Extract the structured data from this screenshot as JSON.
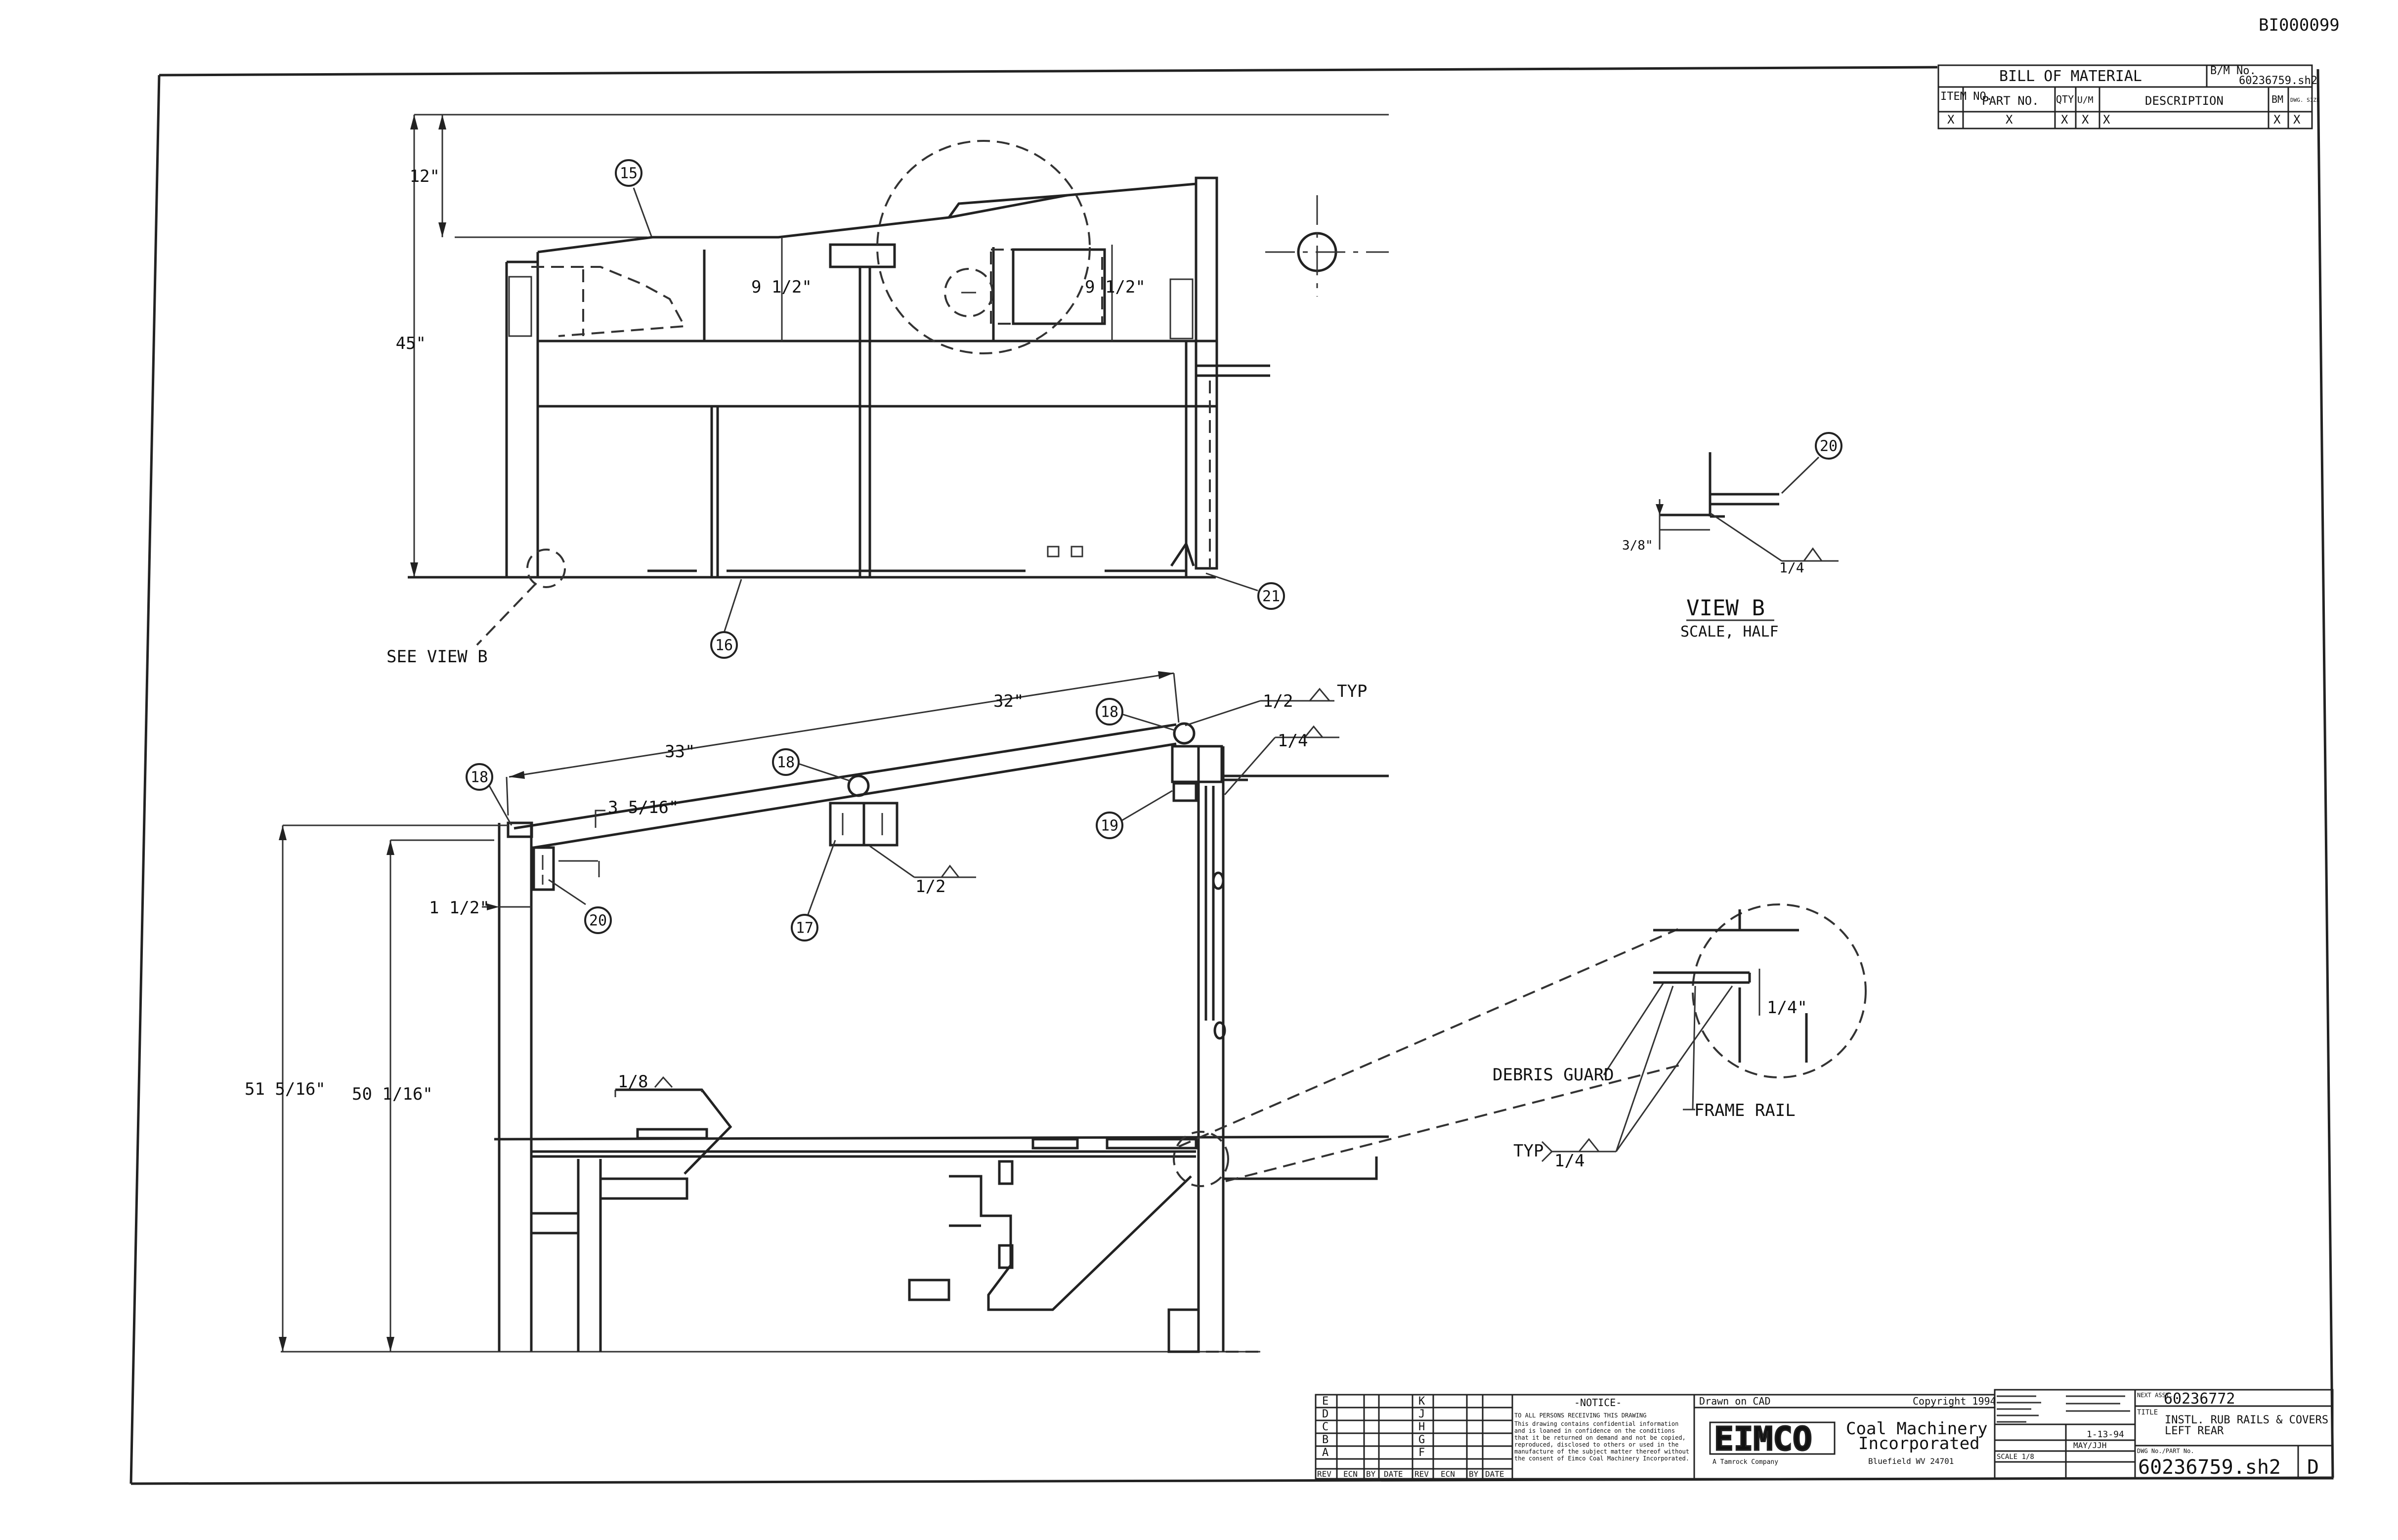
{
  "doc_id": "BI000099",
  "bom": {
    "title": "BILL OF MATERIAL",
    "bm_no_label": "B/M No.",
    "bm_no_value": "60236759.sh2",
    "columns": [
      "ITEM NO.",
      "PART NO.",
      "QTY",
      "U/M",
      "DESCRIPTION",
      "BM",
      "DWG. SIZE"
    ],
    "row": [
      "X",
      "X",
      "X",
      "X",
      "X",
      "X",
      "X"
    ]
  },
  "top_view": {
    "dims": [
      "12\"",
      "45\"",
      "9 1/2\"",
      "9 1/2\""
    ],
    "callouts": [
      "15",
      "16",
      "21"
    ],
    "see_view": "SEE VIEW B"
  },
  "view_b": {
    "title": "VIEW B",
    "scale": "SCALE, HALF",
    "callout": "20",
    "dim": "3/8\"",
    "weld": "1/4"
  },
  "side_view": {
    "dims": [
      "33\"",
      "32\"",
      "3 5/16\"",
      "1 1/2\"",
      "51 5/16\"",
      "50 1/16\""
    ],
    "callouts": [
      "18",
      "18",
      "18",
      "19",
      "17",
      "20"
    ],
    "welds": [
      "1/2",
      "TYP",
      "1/4",
      "1/2",
      "1/8"
    ]
  },
  "detail": {
    "debris_guard": "DEBRIS GUARD",
    "frame_rail": "FRAME RAIL",
    "typ": "TYP",
    "weld": "1/4",
    "gap": "1/4\""
  },
  "revisions": {
    "letters_left": [
      "E",
      "D",
      "C",
      "B",
      "A"
    ],
    "letters_right": [
      "K",
      "J",
      "H",
      "G",
      "F"
    ],
    "footer_left": [
      "REV",
      "ECN",
      "BY",
      "DATE"
    ],
    "footer_right": [
      "REV",
      "ECN",
      "BY",
      "DATE"
    ]
  },
  "notice": {
    "title": "-NOTICE-",
    "line1": "TO ALL PERSONS RECEIVING THIS DRAWING",
    "body": "This drawing contains confidential information and is loaned in confidence on the conditions that it be returned on demand and not be copied, reproduced, disclosed to others or used in the manufacture of the subject matter thereof without the consent of Eimco Coal Machinery Incorporated."
  },
  "company": {
    "drawn_on": "Drawn on CAD",
    "copyright": "Copyright 1994",
    "logo": "EIMCO",
    "name_line1": "Coal Machinery",
    "name_line2": "Incorporated",
    "tagline": "A Tamrock Company",
    "city": "Bluefield WV 24701"
  },
  "title_block": {
    "assy_label": "NEXT ASSY.",
    "assy_no": "60236772",
    "title_label": "TITLE",
    "title_line1": "INSTL. RUB RAILS & COVERS",
    "title_line2": "LEFT REAR",
    "drawn_date": "1-13-94",
    "checked": "MAY/JJH",
    "scale": "SCALE 1/8",
    "dwg_label": "DWG No./PART No.",
    "dwg_no": "60236759.sh2",
    "size": "D"
  }
}
